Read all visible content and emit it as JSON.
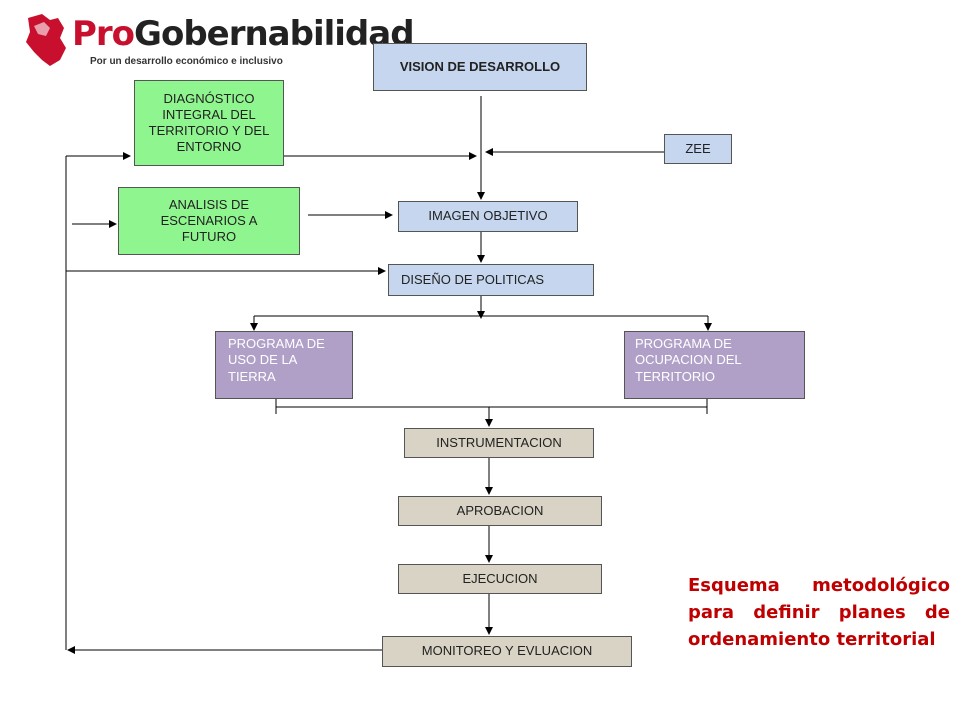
{
  "logo": {
    "brand_part1": "Pro",
    "brand_part2": "Gobernabilidad",
    "tagline": "Por un desarrollo económico e inclusivo",
    "accent_color": "#c8102e"
  },
  "nodes": {
    "vision": "VISION DE DESARROLLO",
    "diagnostico": "DIAGNÓSTICO INTEGRAL DEL TERRITORIO Y DEL ENTORNO",
    "zee": "ZEE",
    "analisis": "ANALISIS DE ESCENARIOS A FUTURO",
    "imagen": "IMAGEN OBJETIVO",
    "diseno": "DISEÑO DE POLITICAS",
    "programa_uso": "PROGRAMA DE USO DE LA TIERRA",
    "programa_ocupacion": "PROGRAMA DE OCUPACION DEL TERRITORIO",
    "instrumentacion": "INSTRUMENTACION",
    "aprobacion": "APROBACION",
    "ejecucion": "EJECUCION",
    "monitoreo": "MONITOREO Y EVLUACION"
  },
  "caption": "Esquema metodológico para definir planes de ordenamiento territorial",
  "colors": {
    "blue": "#c5d6ee",
    "green": "#8ff58f",
    "purple": "#b0a0c8",
    "tan": "#d9d3c5",
    "caption": "#c00000"
  }
}
